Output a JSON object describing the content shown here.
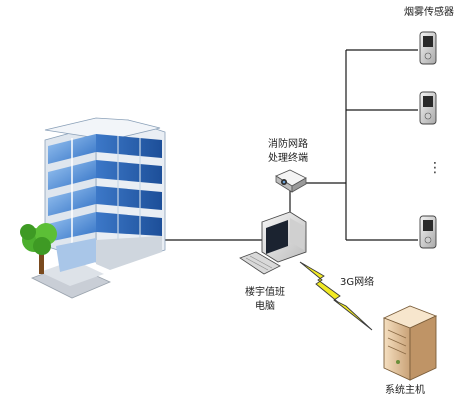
{
  "labels": {
    "smoke_sensor": "烟雾传感器",
    "fire_terminal_line1": "消防网路",
    "fire_terminal_line2": "处理终端",
    "duty_pc_line1": "楼宇值班",
    "duty_pc_line2": "电脑",
    "network_3g": "3G网络",
    "system_host": "系统主机",
    "ellipsis": "⋮"
  },
  "colors": {
    "line": "#1a1a1a",
    "building_glass": "#4f8fd8",
    "tree_green": "#4caf2e",
    "lightning_yellow": "#f2ea24",
    "server_beige": "#e8c9a0"
  },
  "icons": [
    "building-icon",
    "tree-icon",
    "fire-terminal-icon",
    "computer-monitor-icon",
    "keyboard-icon",
    "phone-icon",
    "lightning-icon",
    "server-icon"
  ]
}
